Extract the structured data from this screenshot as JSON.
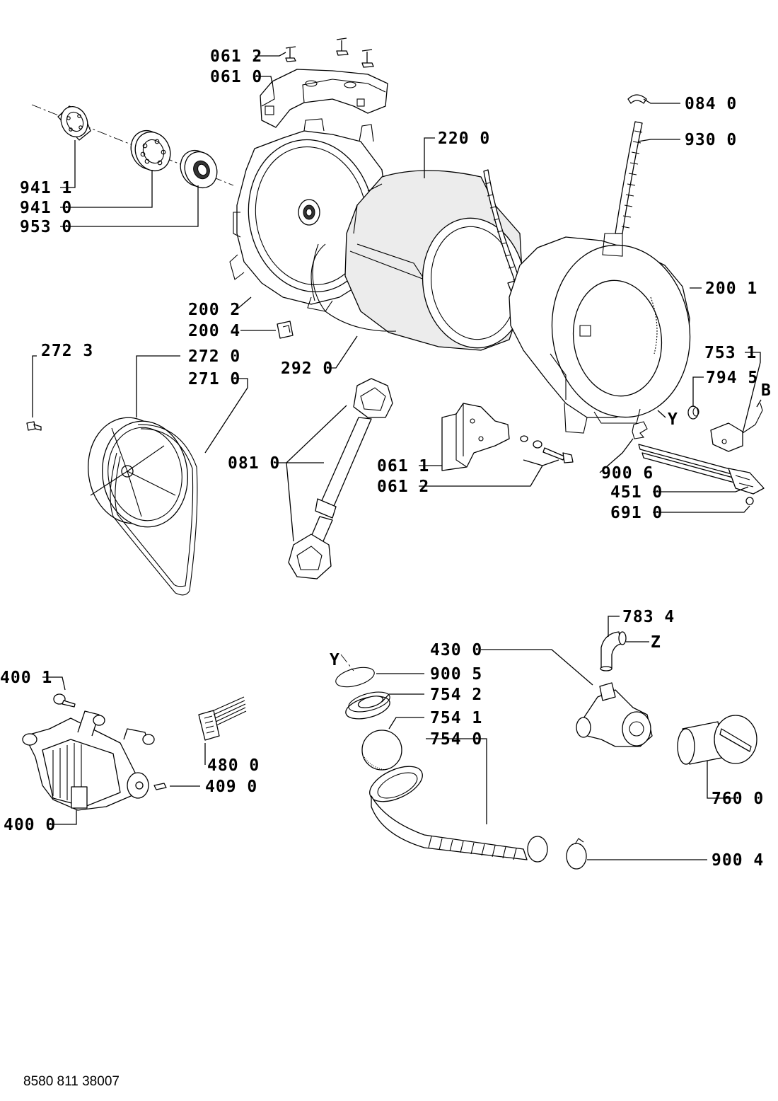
{
  "title": "",
  "document_number": "8580 811 38007",
  "callouts": [
    {
      "id": "0612a",
      "text": "061 2"
    },
    {
      "id": "0610",
      "text": "061 0"
    },
    {
      "id": "0840",
      "text": "084 0"
    },
    {
      "id": "9300",
      "text": "930 0"
    },
    {
      "id": "2200",
      "text": "220 0"
    },
    {
      "id": "9411",
      "text": "941 1"
    },
    {
      "id": "9410",
      "text": "941 0"
    },
    {
      "id": "9530",
      "text": "953 0"
    },
    {
      "id": "2001",
      "text": "200 1"
    },
    {
      "id": "2002",
      "text": "200 2"
    },
    {
      "id": "2004",
      "text": "200 4"
    },
    {
      "id": "2723",
      "text": "272 3"
    },
    {
      "id": "2720",
      "text": "272 0"
    },
    {
      "id": "2710",
      "text": "271 0"
    },
    {
      "id": "2920",
      "text": "292 0"
    },
    {
      "id": "7531",
      "text": "753 1"
    },
    {
      "id": "7945",
      "text": "794 5"
    },
    {
      "id": "B",
      "text": "B"
    },
    {
      "id": "Ya",
      "text": "Y"
    },
    {
      "id": "0810",
      "text": "081 0"
    },
    {
      "id": "0611",
      "text": "061 1"
    },
    {
      "id": "0612b",
      "text": "061 2"
    },
    {
      "id": "9006",
      "text": "900 6"
    },
    {
      "id": "4510",
      "text": "451 0"
    },
    {
      "id": "6910",
      "text": "691 0"
    },
    {
      "id": "7834",
      "text": "783 4"
    },
    {
      "id": "Z",
      "text": "Z"
    },
    {
      "id": "4300",
      "text": "430 0"
    },
    {
      "id": "Yb",
      "text": "Y"
    },
    {
      "id": "9005",
      "text": "900 5"
    },
    {
      "id": "7542",
      "text": "754 2"
    },
    {
      "id": "7541",
      "text": "754 1"
    },
    {
      "id": "7540",
      "text": "754 0"
    },
    {
      "id": "4001",
      "text": "400 1"
    },
    {
      "id": "4800",
      "text": "480 0"
    },
    {
      "id": "4090",
      "text": "409 0"
    },
    {
      "id": "4000",
      "text": "400 0"
    },
    {
      "id": "7600",
      "text": "760 0"
    },
    {
      "id": "9004",
      "text": "900 4"
    }
  ],
  "parts": [
    {
      "id": "bearing-outer",
      "name": "bearing-941-1"
    },
    {
      "id": "bearing-mid",
      "name": "bearing-941-0"
    },
    {
      "id": "seal",
      "name": "seal-953-0"
    },
    {
      "id": "tub-rear",
      "name": "rear-tub-200-2"
    },
    {
      "id": "drum",
      "name": "drum-220-0"
    },
    {
      "id": "tub-front",
      "name": "front-tub-200-1"
    },
    {
      "id": "pulley",
      "name": "pulley-272-0"
    },
    {
      "id": "belt",
      "name": "belt-271-0"
    },
    {
      "id": "damper",
      "name": "damper-081-0"
    },
    {
      "id": "counterweight",
      "name": "counterweight-061-1"
    },
    {
      "id": "heater",
      "name": "heater-451-0"
    },
    {
      "id": "motor",
      "name": "motor-400-0"
    },
    {
      "id": "pump",
      "name": "drain-pump-430-0"
    },
    {
      "id": "hose",
      "name": "sump-hose-754-0"
    },
    {
      "id": "filter",
      "name": "filter-760-0"
    }
  ]
}
